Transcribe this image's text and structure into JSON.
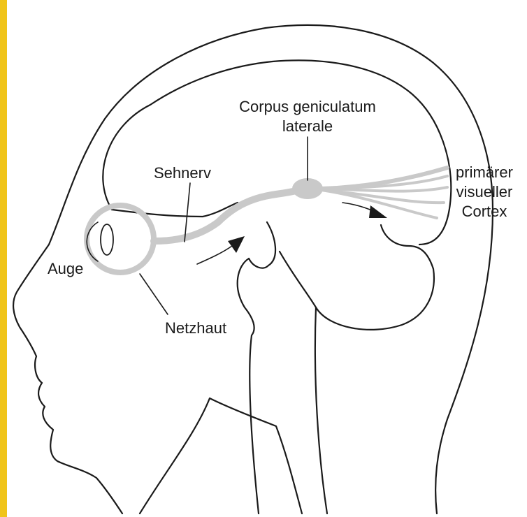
{
  "diagram": {
    "colors": {
      "accent_bar": "#f0c419",
      "line": "#1a1a1a",
      "pathway": "#c9c9c9",
      "background": "#ffffff"
    },
    "labels": {
      "corpus_line1": "Corpus geniculatum",
      "corpus_line2": "laterale",
      "sehnerv": "Sehnerv",
      "cortex_line1": "primärer",
      "cortex_line2": "visueller",
      "cortex_line3": "Cortex",
      "auge": "Auge",
      "netzhaut": "Netzhaut"
    }
  }
}
